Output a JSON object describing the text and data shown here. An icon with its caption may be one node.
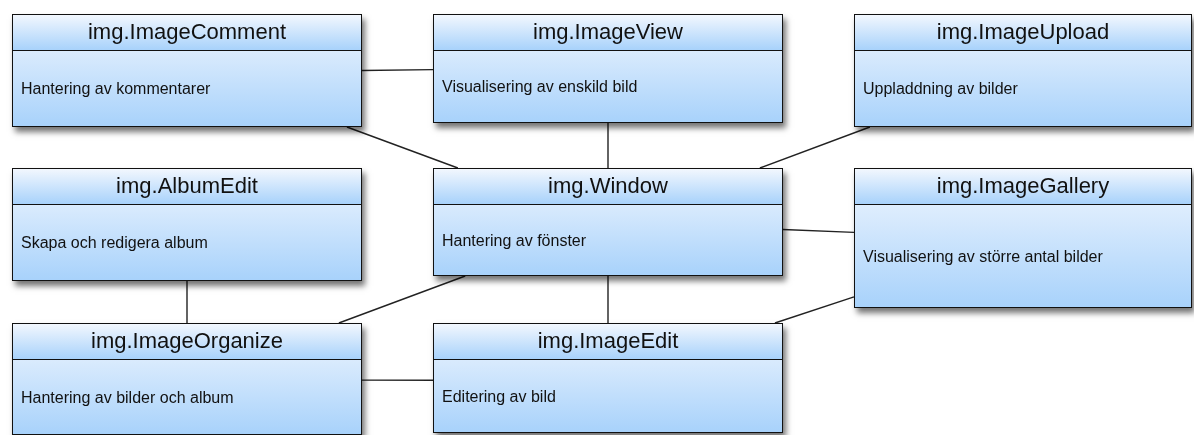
{
  "diagram": {
    "nodes": [
      {
        "text": [
          "img.ImageComment",
          "Hantering av kommentarer"
        ]
      },
      {
        "text": [
          "img.ImageView",
          "Visualisering av enskild bild"
        ]
      },
      {
        "text": [
          "img.ImageUpload",
          "Uppladdning av bilder"
        ]
      },
      {
        "text": [
          "img.AlbumEdit",
          "Skapa och redigera album"
        ]
      },
      {
        "text": [
          "img.Window",
          "Hantering av fönster"
        ]
      },
      {
        "text": [
          "img.ImageGallery",
          "Visualisering av större antal bilder"
        ]
      },
      {
        "text": [
          "img.ImageOrganize",
          "Hantering av bilder och album"
        ]
      },
      {
        "text": [
          "img.ImageEdit",
          "Editering av bild"
        ]
      }
    ],
    "edges": [
      {
        "from": 0,
        "to": 1,
        "arrow": "none"
      },
      {
        "from": 0,
        "to": 4,
        "arrow": "none"
      },
      {
        "from": 1,
        "to": 4,
        "arrow": "none"
      },
      {
        "from": 2,
        "to": 4,
        "arrow": "none"
      },
      {
        "from": 3,
        "to": 6,
        "arrow": "none"
      },
      {
        "from": 4,
        "to": 5,
        "arrow": "none"
      },
      {
        "from": 4,
        "to": 6,
        "arrow": "none"
      },
      {
        "from": 4,
        "to": 7,
        "arrow": "none"
      },
      {
        "from": 5,
        "to": 7,
        "arrow": "none"
      },
      {
        "from": 6,
        "to": 7,
        "arrow": "none"
      }
    ]
  }
}
